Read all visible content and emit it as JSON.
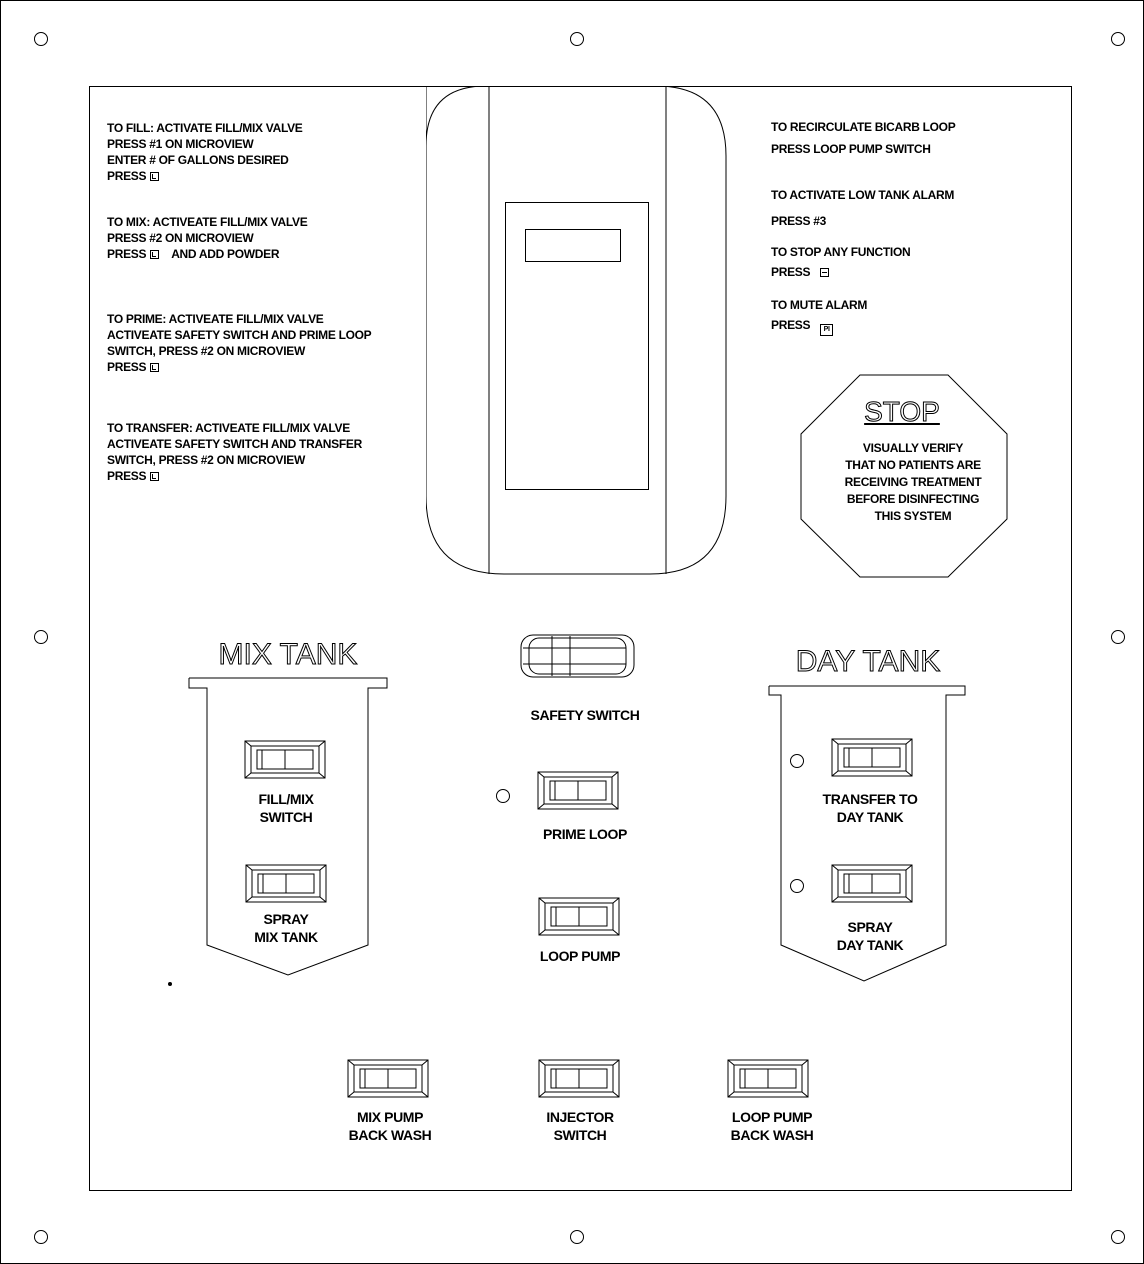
{
  "instructions_left": [
    {
      "lines": [
        "TO FILL: ACTIVATE FILL/MIX VALVE",
        "PRESS #1 ON MICROVIEW",
        "ENTER # OF GALLONS DESIRED",
        "PRESS"
      ],
      "icon": "enter-key-icon"
    },
    {
      "lines": [
        "TO MIX: ACTIVEATE FILL/MIX VALVE",
        "PRESS #2 ON MICROVIEW",
        "PRESS",
        "AND ADD POWDER"
      ],
      "icon": "enter-key-icon"
    },
    {
      "lines": [
        "TO PRIME: ACTIVEATE FILL/MIX VALVE",
        "ACTIVEATE SAFETY SWITCH AND PRIME LOOP",
        "SWITCH, PRESS #2 ON MICROVIEW",
        "PRESS"
      ],
      "icon": "enter-key-icon"
    },
    {
      "lines": [
        "TO TRANSFER: ACTIVEATE FILL/MIX VALVE",
        "ACTIVEATE SAFETY SWITCH AND TRANSFER",
        "SWITCH, PRESS #2 ON MICROVIEW",
        "PRESS"
      ],
      "icon": "enter-key-icon"
    }
  ],
  "instructions_right": {
    "recirc_1": "TO RECIRCULATE BICARB LOOP",
    "recirc_2": "PRESS LOOP PUMP SWITCH",
    "alarm_1": "TO ACTIVATE LOW TANK ALARM",
    "alarm_2": "PRESS #3",
    "stop_1": "TO STOP ANY FUNCTION",
    "stop_2": "PRESS",
    "mute_1": "TO MUTE ALARM",
    "mute_2": "PRESS",
    "mute_key": "PI"
  },
  "stop_sign": {
    "title": "STOP",
    "lines": [
      "VISUALLY VERIFY",
      "THAT NO PATIENTS ARE",
      "RECEIVING TREATMENT",
      "BEFORE DISINFECTING",
      "THIS SYSTEM"
    ]
  },
  "mix_tank": {
    "title": "MIX TANK",
    "fill_mix_1": "FILL/MIX",
    "fill_mix_2": "SWITCH",
    "spray_1": "SPRAY",
    "spray_2": "MIX TANK"
  },
  "day_tank": {
    "title": "DAY TANK",
    "transfer_1": "TRANSFER TO",
    "transfer_2": "DAY TANK",
    "spray_1": "SPRAY",
    "spray_2": "DAY TANK"
  },
  "center": {
    "safety_switch": "SAFETY SWITCH",
    "prime_loop": "PRIME LOOP",
    "loop_pump": "LOOP PUMP"
  },
  "bottom": {
    "mix_pump_1": "MIX PUMP",
    "mix_pump_2": "BACK WASH",
    "injector_1": "INJECTOR",
    "injector_2": "SWITCH",
    "loop_pump_1": "LOOP PUMP",
    "loop_pump_2": "BACK WASH"
  }
}
